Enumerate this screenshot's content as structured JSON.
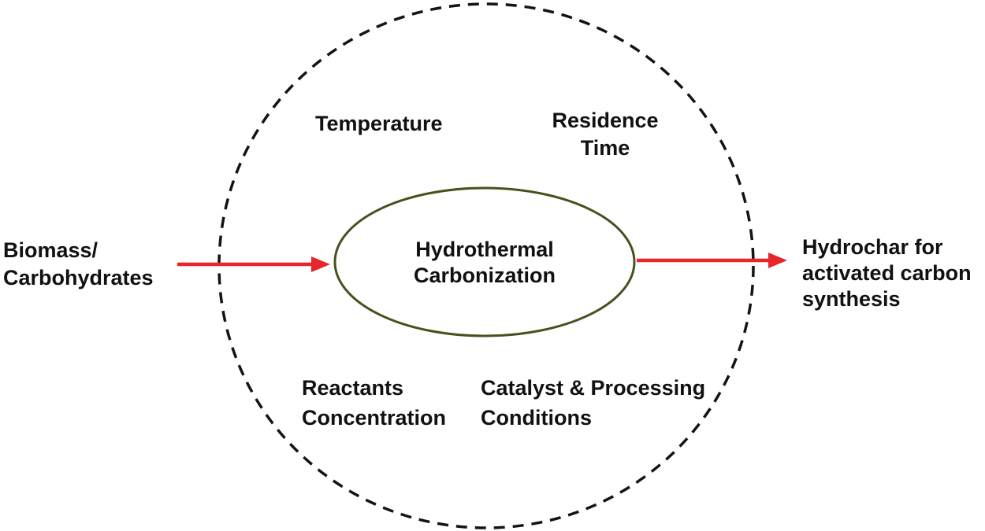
{
  "diagram": {
    "center": {
      "label": "Hydrothermal\nCarbonization"
    },
    "factors": {
      "temperature": "Temperature",
      "residence_time": "Residence\nTime",
      "reactants_concentration": "Reactants\nConcentration",
      "catalyst_conditions": "Catalyst & Processing\nConditions"
    },
    "input": {
      "label": "Biomass/\nCarbohydrates"
    },
    "output": {
      "label": "Hydrochar for\nactivated carbon\nsynthesis"
    }
  },
  "colors": {
    "arrow_red": "#e8252b",
    "ellipse_green": "#44521e",
    "circle_black": "#141414"
  }
}
